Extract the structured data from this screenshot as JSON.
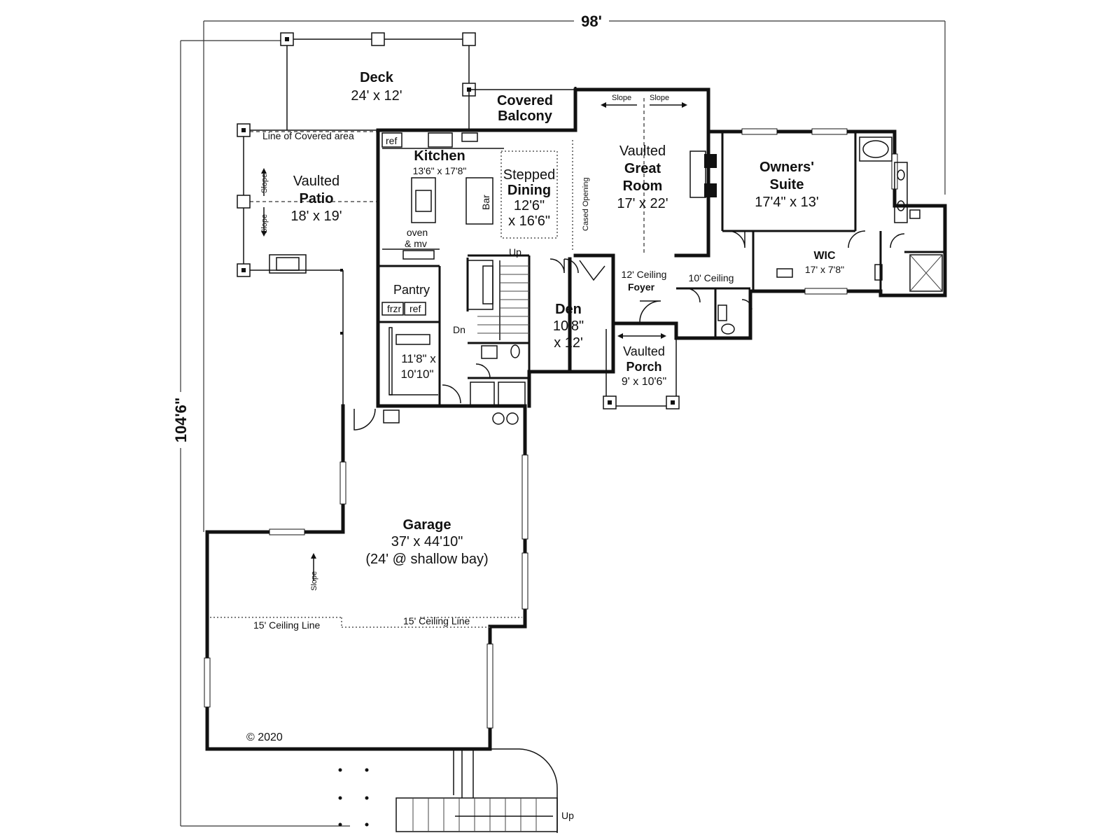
{
  "dimensions": {
    "width": "98'",
    "depth": "104'6\""
  },
  "rooms": {
    "deck": {
      "name": "Deck",
      "size": "24' x 12'"
    },
    "balcony": {
      "line1": "Covered",
      "line2": "Balcony"
    },
    "covered_line": "Line of Covered area",
    "patio": {
      "line1": "Vaulted",
      "line2": "Patio",
      "size": "18' x 19'"
    },
    "kitchen": {
      "name": "Kitchen",
      "size": "13'6\" x 17'8\""
    },
    "dining": {
      "line1": "Stepped",
      "line2": "Dining",
      "size1": "12'6\"",
      "size2": "x 16'6\""
    },
    "great": {
      "line1": "Vaulted",
      "line2": "Great",
      "line3": "Room",
      "size": "17' x 22'"
    },
    "owners": {
      "line1": "Owners'",
      "line2": "Suite",
      "size": "17'4\" x 13'"
    },
    "wic": {
      "name": "WIC",
      "size": "17' x 7'8\""
    },
    "pantry": {
      "name": "Pantry"
    },
    "laundry": {
      "size1": "11'8\" x",
      "size2": "10'10\""
    },
    "den": {
      "name": "Den",
      "size1": "10'8\"",
      "size2": "x 12'"
    },
    "foyer": {
      "ceiling": "12' Ceiling",
      "name": "Foyer"
    },
    "porch": {
      "line1": "Vaulted",
      "line2": "Porch",
      "size": "9' x 10'6\""
    },
    "garage": {
      "name": "Garage",
      "size": "37' x 44'10\"",
      "note": "(24' @ shallow bay)"
    }
  },
  "annotations": {
    "ref": "ref",
    "frzr": "frzr",
    "ref2": "ref",
    "oven": "oven",
    "mv": "& mv",
    "bar": "Bar",
    "cased_opening": "Cased Opening",
    "slope": "Slope",
    "up": "Up",
    "dn": "Dn",
    "ten_ceiling": "10' Ceiling",
    "ceiling_line": "15' Ceiling Line",
    "copyright": "© 2020"
  }
}
